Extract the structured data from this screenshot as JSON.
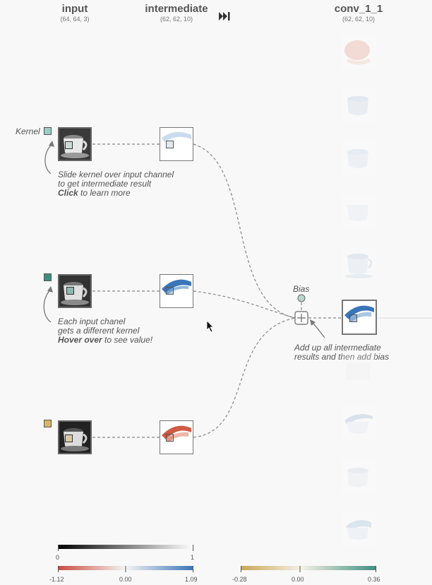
{
  "header": {
    "input_title": "input",
    "input_shape": "(64, 64, 3)",
    "intermediate_title": "intermediate",
    "intermediate_shape": "(62, 62, 10)",
    "conv_title": "conv_1_1",
    "conv_shape": "(62, 62, 10)",
    "skip_icon": "fast-forward-icon"
  },
  "annotations": {
    "kernel_label": "Kernel",
    "slide_line1": "Slide kernel over input channel",
    "slide_line2": "to get intermediate result",
    "slide_click": "Click",
    "slide_line3_rest": " to learn more",
    "each_line1": "Each input chanel",
    "each_line2": "gets a different kernel",
    "each_hover": "Hover over",
    "each_line3_rest": " to see value!",
    "bias_label": "Bias",
    "add_line1": "Add up all intermediate",
    "add_line2": "results and then add bias"
  },
  "colors": {
    "red": "#c94b3b",
    "blue": "#3a75b8",
    "teal": "#3f8f80",
    "gold": "#c9a654"
  },
  "legends": {
    "input": {
      "min": "0",
      "max": "1"
    },
    "intermediate": {
      "min": "-1.12",
      "mid": "0.00",
      "max": "1.09"
    },
    "output": {
      "min": "-0.28",
      "mid": "0.00",
      "max": "0.36"
    }
  }
}
